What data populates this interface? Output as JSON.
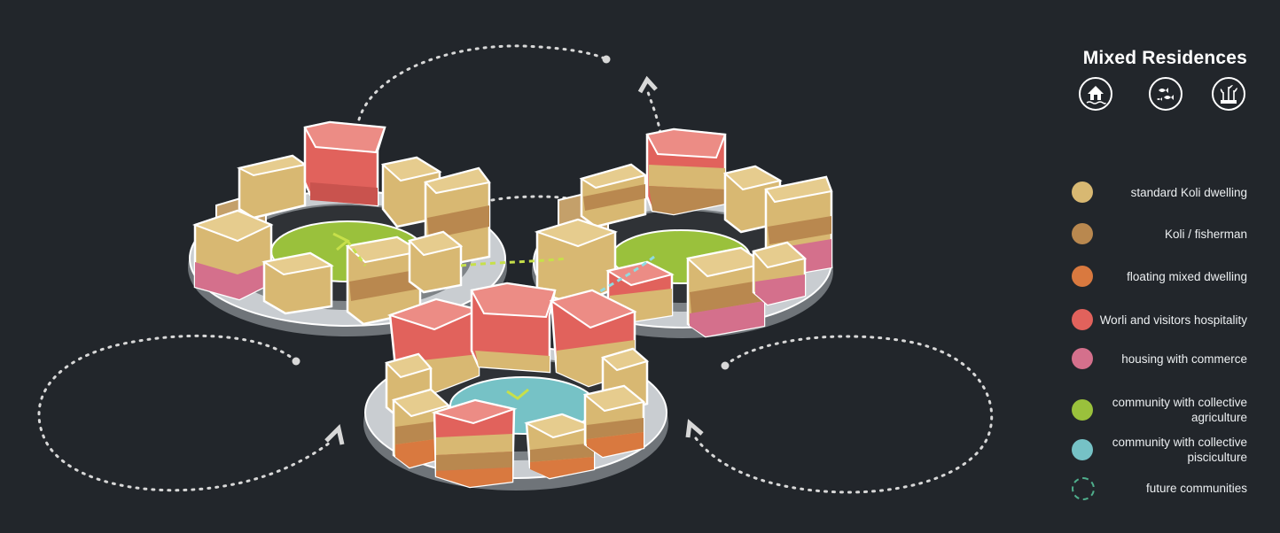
{
  "legend": {
    "title": "Mixed Residences",
    "icons": [
      "house-on-water-icon",
      "fish-school-icon",
      "crop-plants-icon"
    ],
    "items": [
      {
        "label": "standard Koli dwelling",
        "color": "#d8b872"
      },
      {
        "label": "Koli / fisherman",
        "color": "#b9884f"
      },
      {
        "label": "floating mixed dwelling",
        "color": "#d9793f"
      },
      {
        "label": "Worli and visitors hospitality",
        "color": "#e1625c"
      },
      {
        "label": "housing with commerce",
        "color": "#d4708c"
      },
      {
        "label": "community with collective agriculture",
        "color": "#9ac13c"
      },
      {
        "label": "community with collective pisciculture",
        "color": "#76c2c6"
      },
      {
        "label": "future communities",
        "color": "#4fae8c"
      }
    ]
  }
}
